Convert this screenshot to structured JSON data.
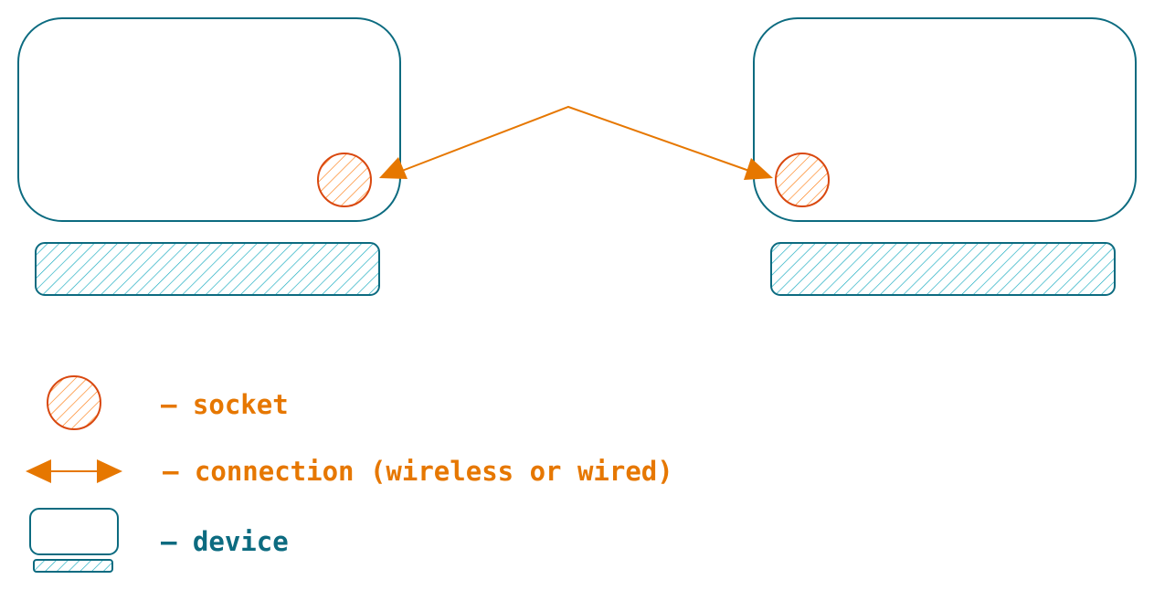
{
  "colors": {
    "connection": "#e67700",
    "socket_stroke": "#d9480f",
    "socket_hatch": "#fd7e14",
    "device_stroke": "#0c6b80",
    "device_hatch": "#15aabf"
  },
  "diagram": {
    "nodes": [
      {
        "id": "device-left",
        "type": "device",
        "has_socket": true
      },
      {
        "id": "device-right",
        "type": "device",
        "has_socket": true
      }
    ],
    "edges": [
      {
        "from": "device-left",
        "to": "device-right",
        "type": "connection",
        "bidirectional": true
      }
    ]
  },
  "legend": {
    "socket_label": "– socket",
    "connection_label": "– connection (wireless or wired)",
    "device_label": "– device"
  }
}
